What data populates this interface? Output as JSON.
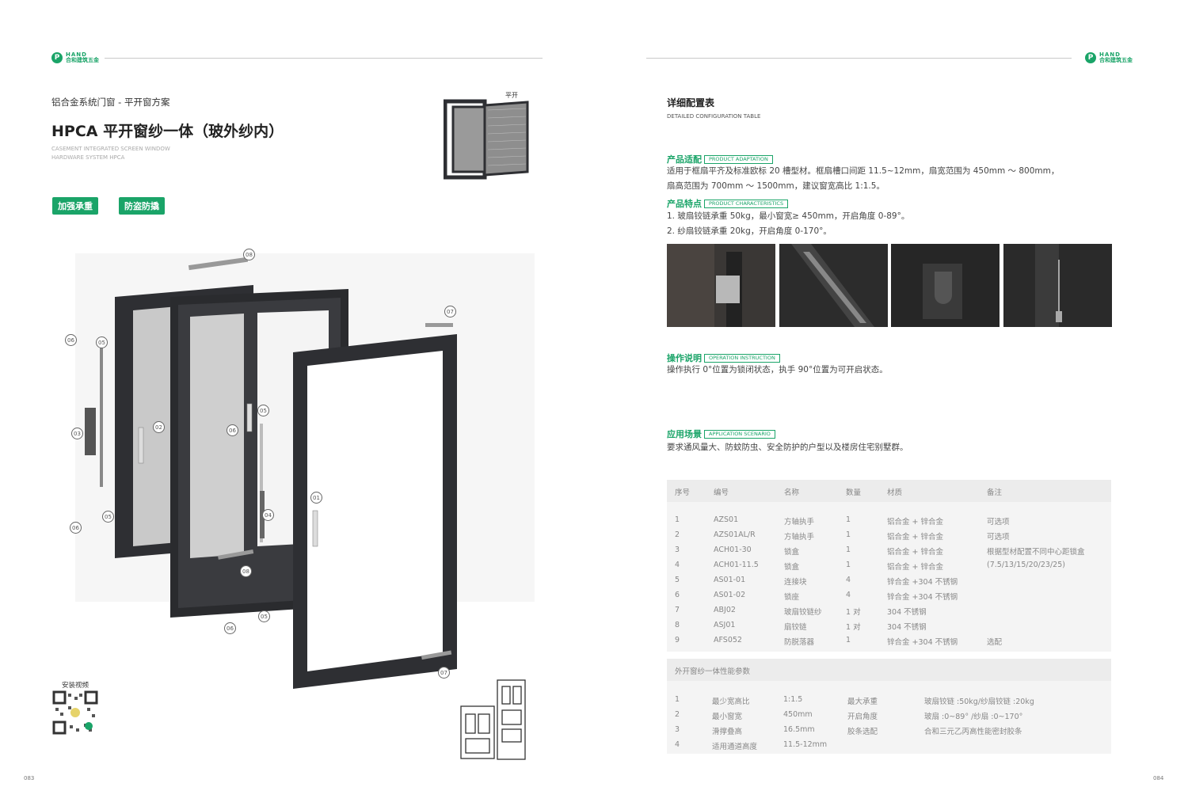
{
  "left_page": {
    "logo": {
      "mark": "P",
      "en": "HAND",
      "cn": "合和建筑五金"
    },
    "category": "铝合金系统门窗 - 平开窗方案",
    "title": "HPCA 平开窗纱一体（玻外纱内）",
    "subtitle_en": [
      "CASEMENT INTEGRATED SCREEN WINDOW",
      "HARDWARE SYSTEM HPCA"
    ],
    "tags": [
      "加强承重",
      "防盗防撬"
    ],
    "thumb_label": "平开",
    "callouts": [
      "08",
      "07",
      "06",
      "05",
      "03",
      "02",
      "06",
      "05",
      "01",
      "04",
      "08",
      "05",
      "06",
      "07",
      "06",
      "05"
    ],
    "qr_label": "安装视频",
    "page_number": "083"
  },
  "right_page": {
    "logo": {
      "mark": "P",
      "en": "HAND",
      "cn": "合和建筑五金"
    },
    "heading": "详细配置表",
    "heading_en": "DETAILED CONFIGURATION TABLE",
    "sections": {
      "adaptation": {
        "cn": "产品适配",
        "en": "PRODUCT ADAPTATION",
        "lines": [
          "适用于框扇平齐及标准欧标 20 槽型材。框扇槽口间距 11.5~12mm，扇宽范围为 450mm ～ 800mm，",
          "扇高范围为 700mm ～ 1500mm，建议窗宽高比 1:1.5。"
        ]
      },
      "characteristics": {
        "cn": "产品特点",
        "en": "PRODUCT CHARACTERISTICS",
        "lines": [
          "1. 玻扇铰链承重 50kg，最小窗宽≥ 450mm，开启角度 0-89°。",
          "2. 纱扇铰链承重 20kg，开启角度 0-170°。"
        ]
      },
      "operation": {
        "cn": "操作说明",
        "en": "OPERATION INSTRUCTION",
        "lines": [
          "操作执行 0°位置为锁闭状态，执手 90°位置为可开启状态。"
        ]
      },
      "application": {
        "cn": "应用场景",
        "en": "APPLICATION SCENARIO",
        "lines": [
          "要求通风量大、防蚊防虫、安全防护的户型以及楼房住宅别墅群。"
        ]
      }
    },
    "parts_table": {
      "headers": [
        "序号",
        "编号",
        "名称",
        "数量",
        "材质",
        "备注"
      ],
      "rows": [
        [
          "1",
          "AZS01",
          "方轴执手",
          "1",
          "铝合金 + 锌合金",
          "可选项"
        ],
        [
          "2",
          "AZS01AL/R",
          "方轴执手",
          "1",
          "铝合金 + 锌合金",
          "可选项"
        ],
        [
          "3",
          "ACH01-30",
          "锁盒",
          "1",
          "铝合金 + 锌合金",
          "根据型材配置不同中心距锁盒"
        ],
        [
          "4",
          "ACH01-11.5",
          "锁盒",
          "1",
          "铝合金 + 锌合金",
          "(7.5/13/15/20/23/25)"
        ],
        [
          "5",
          "AS01-01",
          "连接块",
          "4",
          "锌合金 +304 不锈钢",
          ""
        ],
        [
          "6",
          "AS01-02",
          "锁座",
          "4",
          "锌合金 +304 不锈钢",
          ""
        ],
        [
          "7",
          "ABJ02",
          "玻扇铰链纱",
          "1 对",
          "304 不锈钢",
          ""
        ],
        [
          "8",
          "ASJ01",
          "扇铰链",
          "1 对",
          "304 不锈钢",
          ""
        ],
        [
          "9",
          "AFS052",
          "防脱落器",
          "1",
          "锌合金 +304 不锈钢",
          "选配"
        ]
      ]
    },
    "perf_table": {
      "title": "外开窗纱一体性能参数",
      "rows": [
        [
          "1",
          "最少宽高比",
          "1:1.5",
          "最大承重",
          "玻扇铰链 :50kg/纱扇铰链 :20kg"
        ],
        [
          "2",
          "最小窗宽",
          "450mm",
          "开启角度",
          "玻扇 :0~89° /纱扇 :0~170°"
        ],
        [
          "3",
          "滑撑叠高",
          "16.5mm",
          "胶条选配",
          "合和三元乙丙高性能密封胶条"
        ],
        [
          "4",
          "适用通道高度",
          "11.5-12mm",
          "",
          ""
        ]
      ]
    },
    "page_number": "084"
  },
  "colors": {
    "accent": "#1aa468",
    "frame": "#2e2f33",
    "table_bg": "#f4f4f4"
  }
}
